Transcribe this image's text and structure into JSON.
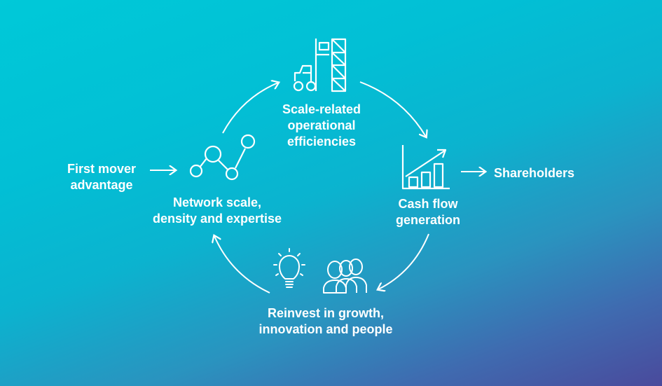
{
  "colors": {
    "background_start": "#00c9d8",
    "background_end": "#4a4a9c",
    "foreground": "#ffffff"
  },
  "first_mover": {
    "lines": [
      "First mover",
      "advantage"
    ]
  },
  "scale": {
    "lines": [
      "Scale-related",
      "operational",
      "efficiencies"
    ],
    "icon": "forklift-and-rack-icon"
  },
  "cashflow": {
    "lines": [
      "Cash flow",
      "generation"
    ],
    "icon": "growth-chart-icon"
  },
  "shareholders": {
    "label": "Shareholders"
  },
  "reinvest": {
    "lines": [
      "Reinvest in growth,",
      "innovation and people"
    ],
    "icons": [
      "lightbulb-icon",
      "people-icon"
    ]
  },
  "network": {
    "lines": [
      "Network scale,",
      "density and expertise"
    ],
    "icon": "network-nodes-icon"
  }
}
